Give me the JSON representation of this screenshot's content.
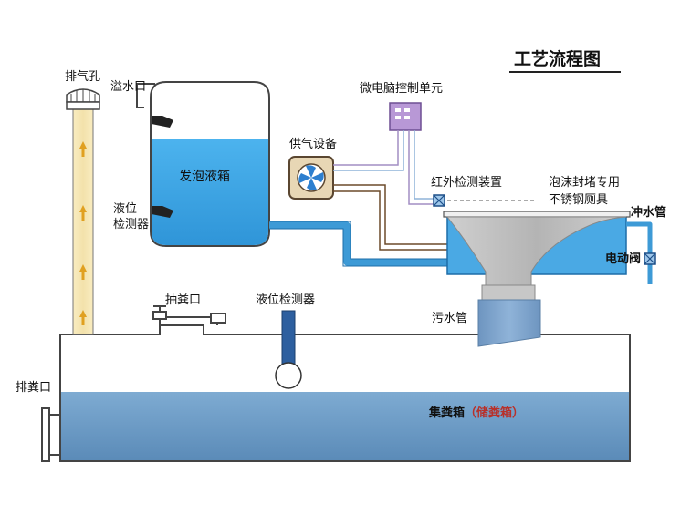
{
  "title": "工艺流程图",
  "labels": {
    "exhaust_hole": "排气孔",
    "overflow_port": "溢水口",
    "foam_tank": "发泡液箱",
    "level_sensor_tank_line1": "液位",
    "level_sensor_tank_line2": "检测器",
    "microcomputer_unit": "微电脑控制单元",
    "air_supply": "供气设备",
    "infrared_sensor": "红外检测装置",
    "toilet_line1": "泡沫封堵专用",
    "toilet_line2": "不锈钢厕具",
    "flush_pipe": "冲水管",
    "electric_valve": "电动阀",
    "suction_port": "抽粪口",
    "level_sensor_box": "液位检测器",
    "sewage_pipe": "污水管",
    "discharge_port": "排粪口",
    "collection_box_main": "集粪箱",
    "collection_box_paren": "（储粪箱）"
  },
  "colors": {
    "water": "#39a4e4",
    "sewage": "#6f9dc7",
    "pipe_blue": "#4a9fd6",
    "control_unit": "#b898d6",
    "air_unit": "#e8d7b5",
    "duct": "#f5e7b8",
    "toilet_gray": "#bcbcbc",
    "paren_red": "#b8302a"
  }
}
